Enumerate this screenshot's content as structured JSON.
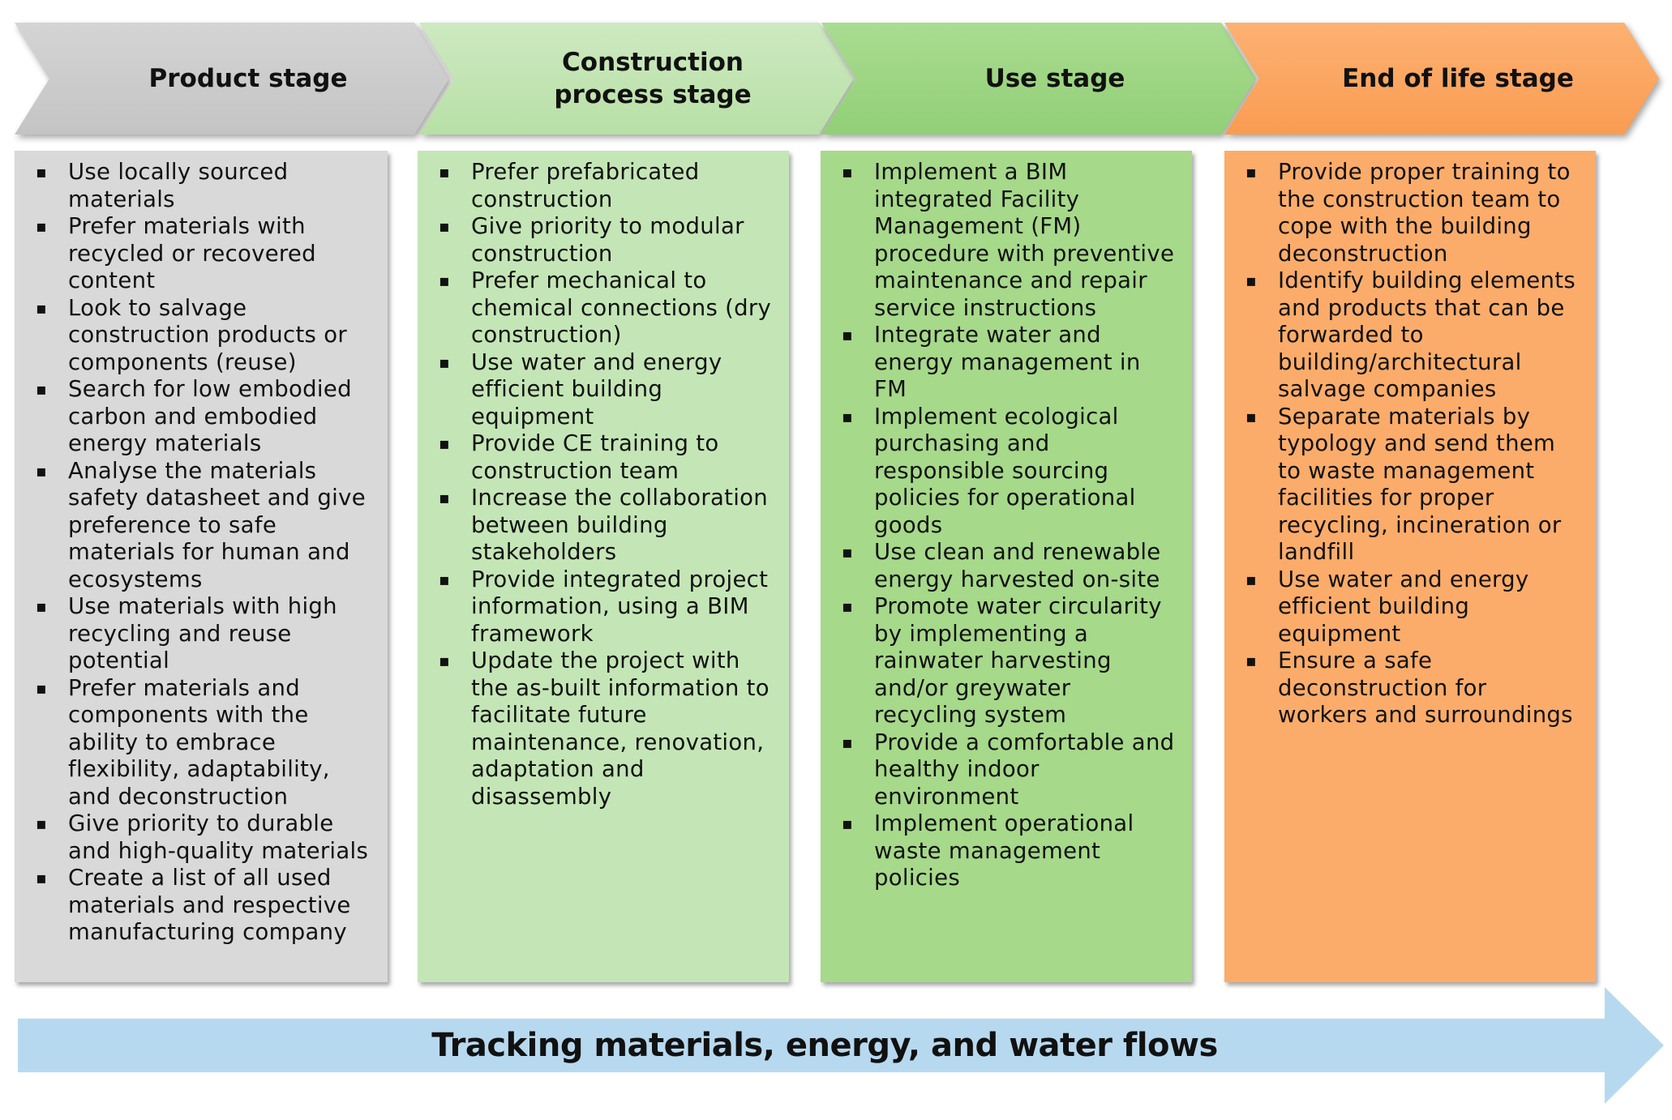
{
  "stages": [
    {
      "title": "Product stage",
      "color": "#d9d9d9",
      "items": [
        "Use locally sourced materials",
        "Prefer materials with recycled or recovered content",
        "Look to salvage construction products or components (reuse)",
        "Search for low embodied carbon and embodied energy materials",
        "Analyse the materials safety datasheet and give preference to safe materials for human and ecosystems",
        "Use materials with high recycling and reuse potential",
        "Prefer materials and components with the ability to embrace flexibility, adaptability, and deconstruction",
        "Give priority to durable and high-quality materials",
        "Create a list of all used materials and respective manufacturing company"
      ]
    },
    {
      "title": "Construction process stage",
      "color": "#c4e6b6",
      "items": [
        "Prefer prefabricated construction",
        "Give priority to modular construction",
        "Prefer mechanical to chemical connections (dry construction)",
        "Use water and energy efficient building equipment",
        "Provide CE training to construction team",
        "Increase the collaboration between building stakeholders",
        "Provide integrated project information, using a BIM framework",
        "Update the project with the as-built information to facilitate future maintenance, renovation, adaptation and disassembly"
      ]
    },
    {
      "title": "Use stage",
      "color": "#a6d98a",
      "items": [
        "Implement a BIM integrated Facility Management (FM) procedure with preventive maintenance and repair service instructions",
        "Integrate water and energy management in FM",
        "Implement ecological purchasing and responsible sourcing policies for operational goods",
        "Use clean and renewable energy harvested on-site",
        "Promote water circularity by implementing a rainwater harvesting and/or greywater recycling system",
        "Provide a comfortable and healthy indoor environment",
        "Implement operational waste management policies"
      ]
    },
    {
      "title": "End of life stage",
      "color": "#fbac6a",
      "items": [
        "Provide proper training to the construction team to cope with the building deconstruction",
        "Identify building elements and products that can be forwarded to building/architectural salvage companies",
        "Separate materials by typology and send them to waste management facilities for proper recycling, incineration or landfill",
        "Use water and energy efficient building equipment",
        "Ensure a safe deconstruction for workers and surroundings"
      ]
    }
  ],
  "flow": {
    "label": "Tracking materials, energy, and water flows",
    "color": "#b7d9ef"
  },
  "bullet_glyph": "▪"
}
